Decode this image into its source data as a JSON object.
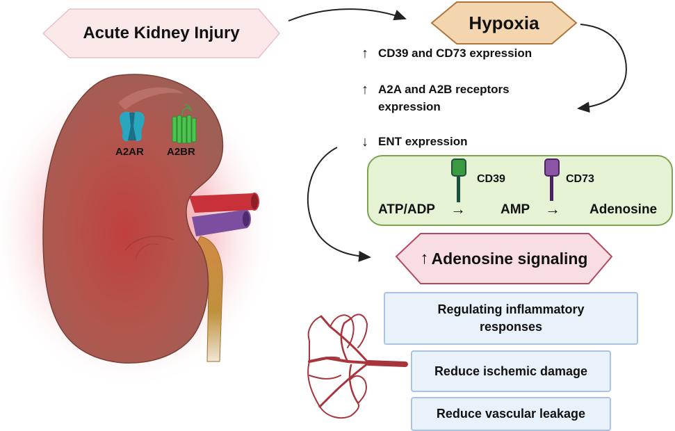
{
  "title": "Acute Kidney Injury",
  "hypoxia": {
    "label": "Hypoxia"
  },
  "effects": [
    {
      "direction": "up",
      "arrow": "↑",
      "text": "CD39 and CD73 expression"
    },
    {
      "direction": "up",
      "arrow": "↑",
      "text_line1": "A2A and A2B receptors",
      "text_line2": "expression"
    },
    {
      "direction": "down",
      "arrow": "↓",
      "text": "ENT expression"
    }
  ],
  "kidney": {
    "receptors": [
      {
        "name": "A2AR",
        "color": "#2aa6bf"
      },
      {
        "name": "A2BR",
        "color": "#4cc24f"
      }
    ]
  },
  "pathway": {
    "enzymes": [
      {
        "name": "CD39",
        "color": "#3a9a3f",
        "stem_color": "#1f4f3f"
      },
      {
        "name": "CD73",
        "color": "#8b55a6",
        "stem_color": "#4a2260"
      }
    ],
    "substrates": [
      "ATP/ADP",
      "AMP",
      "Adenosine"
    ],
    "arrow": "→"
  },
  "signaling": {
    "arrow": "↑",
    "label": "Adenosine signaling"
  },
  "outcomes": [
    {
      "line1": "Regulating inflammatory",
      "line2": "responses"
    },
    {
      "line1": "Reduce ischemic damage"
    },
    {
      "line1": "Reduce vascular leakage"
    }
  ],
  "colors": {
    "aki_fill": "#fbe9ea",
    "aki_border": "#e8bfc2",
    "hypoxia_fill": "#f3d5b0",
    "hypoxia_border": "#b0753a",
    "signaling_fill": "#f8dde3",
    "signaling_border": "#b5485e",
    "panel_fill": "#e5f2d4",
    "panel_border": "#7ca24f",
    "box_fill": "#e9f1fb",
    "box_border": "#a9c2e6",
    "kidney": "#b4544f",
    "artery": "#c8303a",
    "vein": "#7b4ea0",
    "ureter": "#c08a3a",
    "vessel_tree": "#a8343c"
  }
}
